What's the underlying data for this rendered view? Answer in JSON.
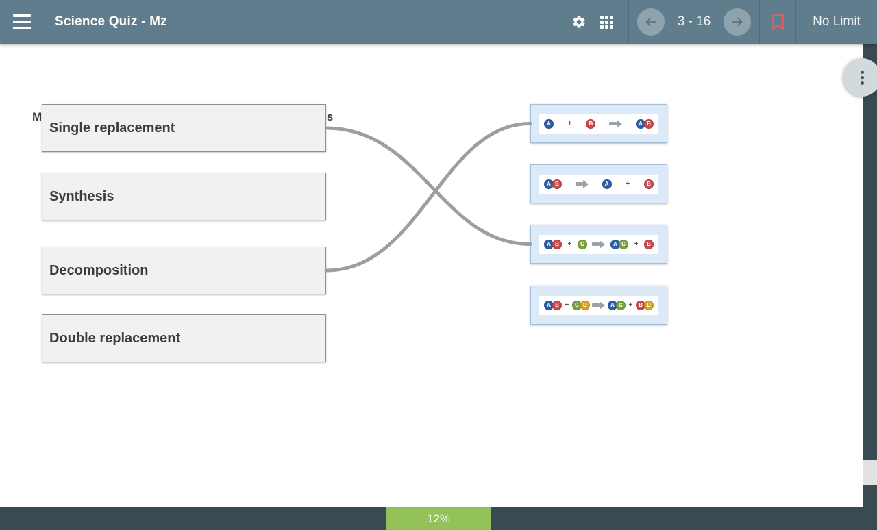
{
  "header": {
    "title": "Science Quiz - Mz",
    "nav_position": "3 - 16",
    "timer_label": "No Limit",
    "bg_color": "#5f7d8c",
    "icons": [
      "hamburger-icon",
      "gear-icon",
      "grid-icon",
      "arrow-left-icon",
      "arrow-right-icon",
      "bookmark-icon"
    ]
  },
  "question": {
    "prompt": "Match the chemical reaction types with their examples"
  },
  "left_options": [
    {
      "label": "Single replacement"
    },
    {
      "label": "Synthesis"
    },
    {
      "label": "Decomposition"
    },
    {
      "label": "Double replacement"
    }
  ],
  "right_options": [
    {
      "equation": "A + B → AB",
      "tokens": [
        [
          "A"
        ],
        "+",
        [
          "B"
        ],
        "->",
        [
          "A",
          "B"
        ]
      ]
    },
    {
      "equation": "AB → A + B",
      "tokens": [
        [
          "A",
          "B"
        ],
        "->",
        [
          "A"
        ],
        "+",
        [
          "B"
        ]
      ]
    },
    {
      "equation": "AB + C → AC + B",
      "tokens": [
        [
          "A",
          "B"
        ],
        "+",
        [
          "C"
        ],
        "->",
        [
          "A",
          "C"
        ],
        "+",
        [
          "B"
        ]
      ]
    },
    {
      "equation": "AB + CD → AC + BD",
      "tokens": [
        [
          "A",
          "B"
        ],
        "+",
        [
          "C",
          "D"
        ],
        "->",
        [
          "A",
          "C"
        ],
        "+",
        [
          "B",
          "D"
        ]
      ]
    }
  ],
  "atom_colors": {
    "A": "#2e5ea7",
    "B": "#c94b4b",
    "C": "#79a23a",
    "D": "#d8a420"
  },
  "connections": [
    {
      "from_label": "Single replacement",
      "from_index": 0,
      "to_equation": "AB + C → AC + B",
      "to_index": 2
    },
    {
      "from_label": "Decomposition",
      "from_index": 2,
      "to_equation": "A + B → AB",
      "to_index": 0
    }
  ],
  "connector_color": "#9e9e9e",
  "progress": {
    "label": "12%",
    "percent": 12
  },
  "colors": {
    "accent_green": "#93c25a",
    "bottom_bar": "#3a4a52",
    "bookmark_red": "#ee5a5e",
    "card_blue_bg": "#dce9f6",
    "option_gray_bg": "#f1f1f1"
  }
}
